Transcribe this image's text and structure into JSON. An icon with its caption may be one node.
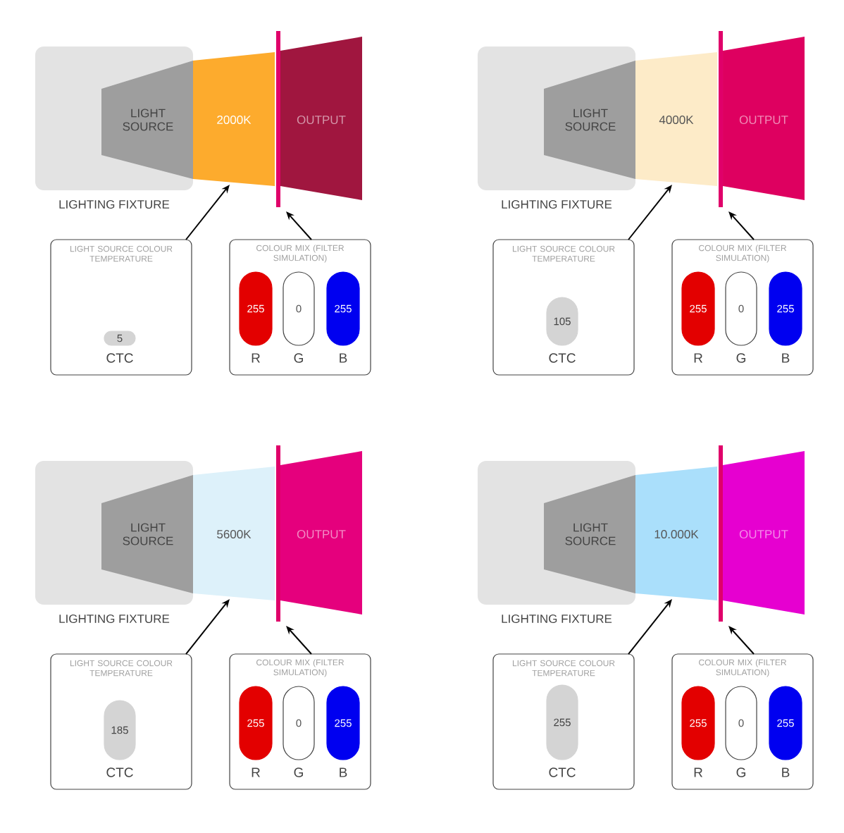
{
  "diagram": {
    "nodes": [
      {
        "text": [
          "LIGHTING FIXTURE"
        ]
      },
      {
        "text": [
          "LIGHT SOURCE"
        ],
        "in": 0
      },
      {
        "text": [
          "2000K"
        ]
      },
      {
        "text": [],
        "shape": "bar"
      },
      {
        "text": [
          "OUTPUT"
        ]
      },
      {
        "text": [
          "LIGHT SOURCE COLOUR TEMPERATURE"
        ]
      },
      {
        "text": [
          "5"
        ],
        "in": 5,
        "beside": [
          "CTC"
        ]
      },
      {
        "text": [
          "COLOUR MIX (FILTER SIMULATION)"
        ]
      },
      {
        "text": [
          "255"
        ],
        "in": 7,
        "beside": [
          "R"
        ]
      },
      {
        "text": [
          "0"
        ],
        "in": 7,
        "beside": [
          "G"
        ]
      },
      {
        "text": [
          "255"
        ],
        "in": 7,
        "beside": [
          "B"
        ]
      },
      {
        "text": [
          "LIGHTING FIXTURE"
        ]
      },
      {
        "text": [
          "LIGHT SOURCE"
        ],
        "in": 11
      },
      {
        "text": [
          "4000K"
        ]
      },
      {
        "text": [],
        "shape": "bar"
      },
      {
        "text": [
          "OUTPUT"
        ]
      },
      {
        "text": [
          "LIGHT SOURCE COLOUR TEMPERATURE"
        ]
      },
      {
        "text": [
          "105"
        ],
        "in": 16,
        "beside": [
          "CTC"
        ]
      },
      {
        "text": [
          "COLOUR MIX (FILTER SIMULATION)"
        ]
      },
      {
        "text": [
          "255"
        ],
        "in": 18,
        "beside": [
          "R"
        ]
      },
      {
        "text": [
          "0"
        ],
        "in": 18,
        "beside": [
          "G"
        ]
      },
      {
        "text": [
          "255"
        ],
        "in": 18,
        "beside": [
          "B"
        ]
      },
      {
        "text": [
          "LIGHTING FIXTURE"
        ]
      },
      {
        "text": [
          "LIGHT SOURCE"
        ],
        "in": 22
      },
      {
        "text": [
          "5600K"
        ]
      },
      {
        "text": [],
        "shape": "bar"
      },
      {
        "text": [
          "OUTPUT"
        ]
      },
      {
        "text": [
          "LIGHT SOURCE COLOUR TEMPERATURE"
        ]
      },
      {
        "text": [
          "185"
        ],
        "in": 27,
        "beside": [
          "CTC"
        ]
      },
      {
        "text": [
          "COLOUR MIX (FILTER SIMULATION)"
        ]
      },
      {
        "text": [
          "255"
        ],
        "in": 29,
        "beside": [
          "R"
        ]
      },
      {
        "text": [
          "0"
        ],
        "in": 29,
        "beside": [
          "G"
        ]
      },
      {
        "text": [
          "255"
        ],
        "in": 29,
        "beside": [
          "B"
        ]
      },
      {
        "text": [
          "LIGHTING FIXTURE"
        ]
      },
      {
        "text": [
          "LIGHT SOURCE"
        ],
        "in": 33
      },
      {
        "text": [
          "10.000K"
        ]
      },
      {
        "text": [],
        "shape": "bar"
      },
      {
        "text": [
          "OUTPUT"
        ]
      },
      {
        "text": [
          "LIGHT SOURCE COLOUR TEMPERATURE"
        ]
      },
      {
        "text": [
          "255"
        ],
        "in": 38,
        "beside": [
          "CTC"
        ]
      },
      {
        "text": [
          "COLOUR MIX (FILTER SIMULATION)"
        ]
      },
      {
        "text": [
          "255"
        ],
        "in": 40,
        "beside": [
          "R"
        ]
      },
      {
        "text": [
          "0"
        ],
        "in": 40,
        "beside": [
          "G"
        ]
      },
      {
        "text": [
          "255"
        ],
        "in": 40,
        "beside": [
          "B"
        ]
      }
    ],
    "edges": [
      {
        "from": 5,
        "to": 2,
        "arrow": "to"
      },
      {
        "from": 7,
        "to": 3,
        "arrow": "to"
      },
      {
        "from": 16,
        "to": 13,
        "arrow": "to"
      },
      {
        "from": 18,
        "to": 14,
        "arrow": "to"
      },
      {
        "from": 27,
        "to": 24,
        "arrow": "to"
      },
      {
        "from": 29,
        "to": 25,
        "arrow": "to"
      },
      {
        "from": 38,
        "to": 35,
        "arrow": "to"
      },
      {
        "from": 40,
        "to": 36,
        "arrow": "to"
      }
    ]
  }
}
